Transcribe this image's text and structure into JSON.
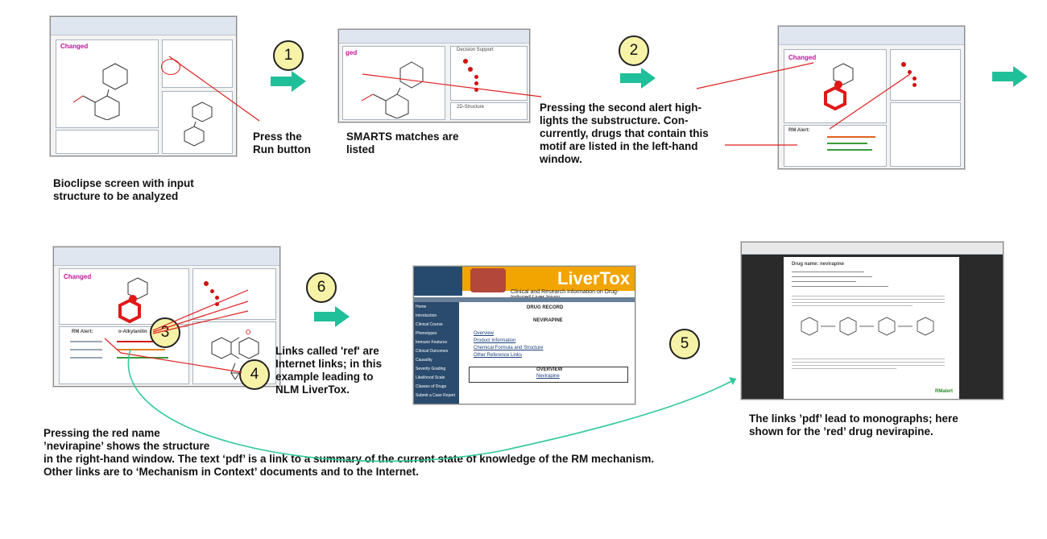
{
  "steps": {
    "s1": "1",
    "s2": "2",
    "s3": "3",
    "s4": "4",
    "s5": "5",
    "s6": "6"
  },
  "captions": {
    "bioclipse": [
      "Bioclipse screen with input",
      "structure to be analyzed"
    ],
    "press_run": [
      "Press the",
      "Run button"
    ],
    "smarts": [
      "SMARTS matches  are",
      "listed"
    ],
    "second_alert": [
      "Pressing the second alert high-",
      "lights the substructure.  Con-",
      "currently, drugs that contain this",
      "motif are listed in the left-hand",
      "window."
    ],
    "ref_links": [
      "Links called 'ref' are",
      "Internet links; in this",
      "example leading to",
      "NLM LiverTox."
    ],
    "pdf_links": [
      "The links ’pdf’ lead to monographs; here",
      "shown for the ’red’ drug nevirapine."
    ],
    "red_name": [
      "Pressing the red name",
      "’nevirapine’ shows the structure",
      "in the right-hand window.  The text ‘pdf’ is a link to a summary  of the current state of knowledge of the RM mechanism.",
      "Other links are to ‘Mechanism in Context’ documents and to the Internet."
    ]
  },
  "screens": {
    "changed_label": "Changed",
    "smarts_fragment": "ged",
    "decision_support": "Decision Support",
    "structure_2d": "2D-Structure",
    "livertox_title": "LiverTox",
    "livertox_subtitle": "Clinical and Research Information on Drug-Induced Liver Injury",
    "livertox_drug_record": "DRUG RECORD",
    "livertox_drug": "NEVIRAPINE",
    "livertox_links": [
      "Overview",
      "Product Information",
      "Chemical Formula and Structure",
      "Other Reference Links"
    ],
    "livertox_nav": [
      "Home",
      "Introduction",
      "Clinical Course",
      "Phenotypes",
      "Immune Features",
      "Clinical Outcomes",
      "Causality",
      "Severity Grading",
      "Likelihood Scale",
      "Classes of Drugs",
      "Submit a Case Report"
    ],
    "livertox_overview": [
      "OVERVIEW",
      "Nevirapine"
    ],
    "rm_alert": "RM Alert:",
    "alkyl_label": "o-Alkylanilin",
    "pdf_drug": "Drug name: nevirapine",
    "rmalert_logo": "RMalert"
  },
  "colors": {
    "arrow_teal": "#1fbf99",
    "badge_fill": "#f6f3a8",
    "pointer_red": "#e02020",
    "curve_green": "#2fc99a"
  }
}
